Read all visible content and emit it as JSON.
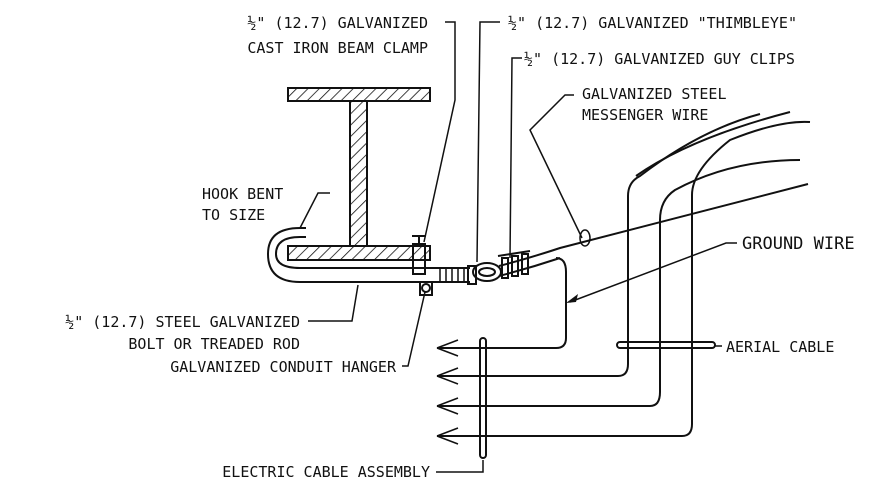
{
  "labels": {
    "beam_clamp_line1": "½\" (12.7) GALVANIZED",
    "beam_clamp_line2": "CAST IRON BEAM CLAMP",
    "thimbleye": "½\" (12.7) GALVANIZED \"THIMBLEYE\"",
    "guy_clips": "½\" (12.7) GALVANIZED GUY CLIPS",
    "messenger_line1": "GALVANIZED STEEL",
    "messenger_line2": "MESSENGER WIRE",
    "hook_line1": "HOOK BENT",
    "hook_line2": "TO SIZE",
    "ground_wire": "GROUND WIRE",
    "bolt_line1": "½\" (12.7) STEEL GALVANIZED",
    "bolt_line2": "BOLT OR TREADED ROD",
    "conduit_hanger": "GALVANIZED CONDUIT HANGER",
    "aerial_cable": "AERIAL CABLE",
    "electric_cable_assembly": "ELECTRIC CABLE ASSEMBLY"
  }
}
